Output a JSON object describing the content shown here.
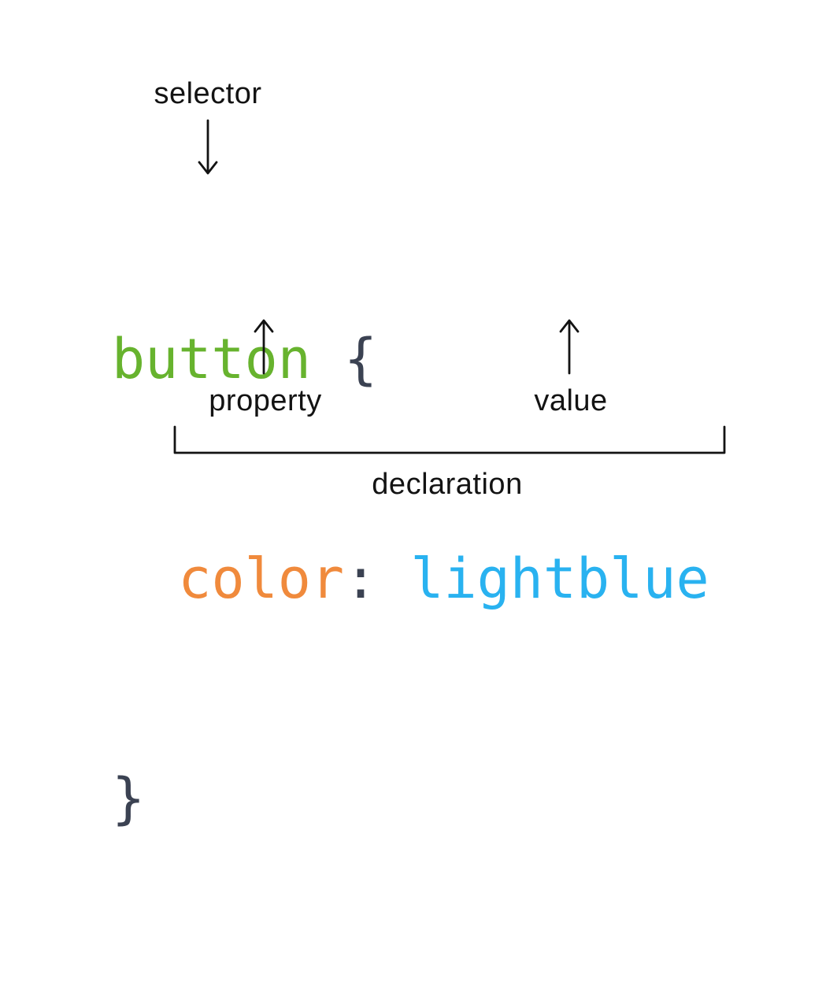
{
  "diagram": {
    "title_hint": "CSS rule anatomy",
    "labels": {
      "selector": "selector",
      "property": "property",
      "value": "value",
      "declaration": "declaration"
    },
    "code": {
      "selector_token": "button",
      "open_brace": "{",
      "indent": "  ",
      "property_token": "color",
      "colon": ":",
      "space": " ",
      "value_token": "lightblue",
      "close_brace": "}"
    }
  },
  "colors": {
    "background": "#ffffff",
    "selector_green": "#67b32e",
    "property_orange": "#f08a3c",
    "value_blue": "#29b2f0",
    "punctuation_slate": "#3b4252",
    "annotation_black": "#131313"
  }
}
